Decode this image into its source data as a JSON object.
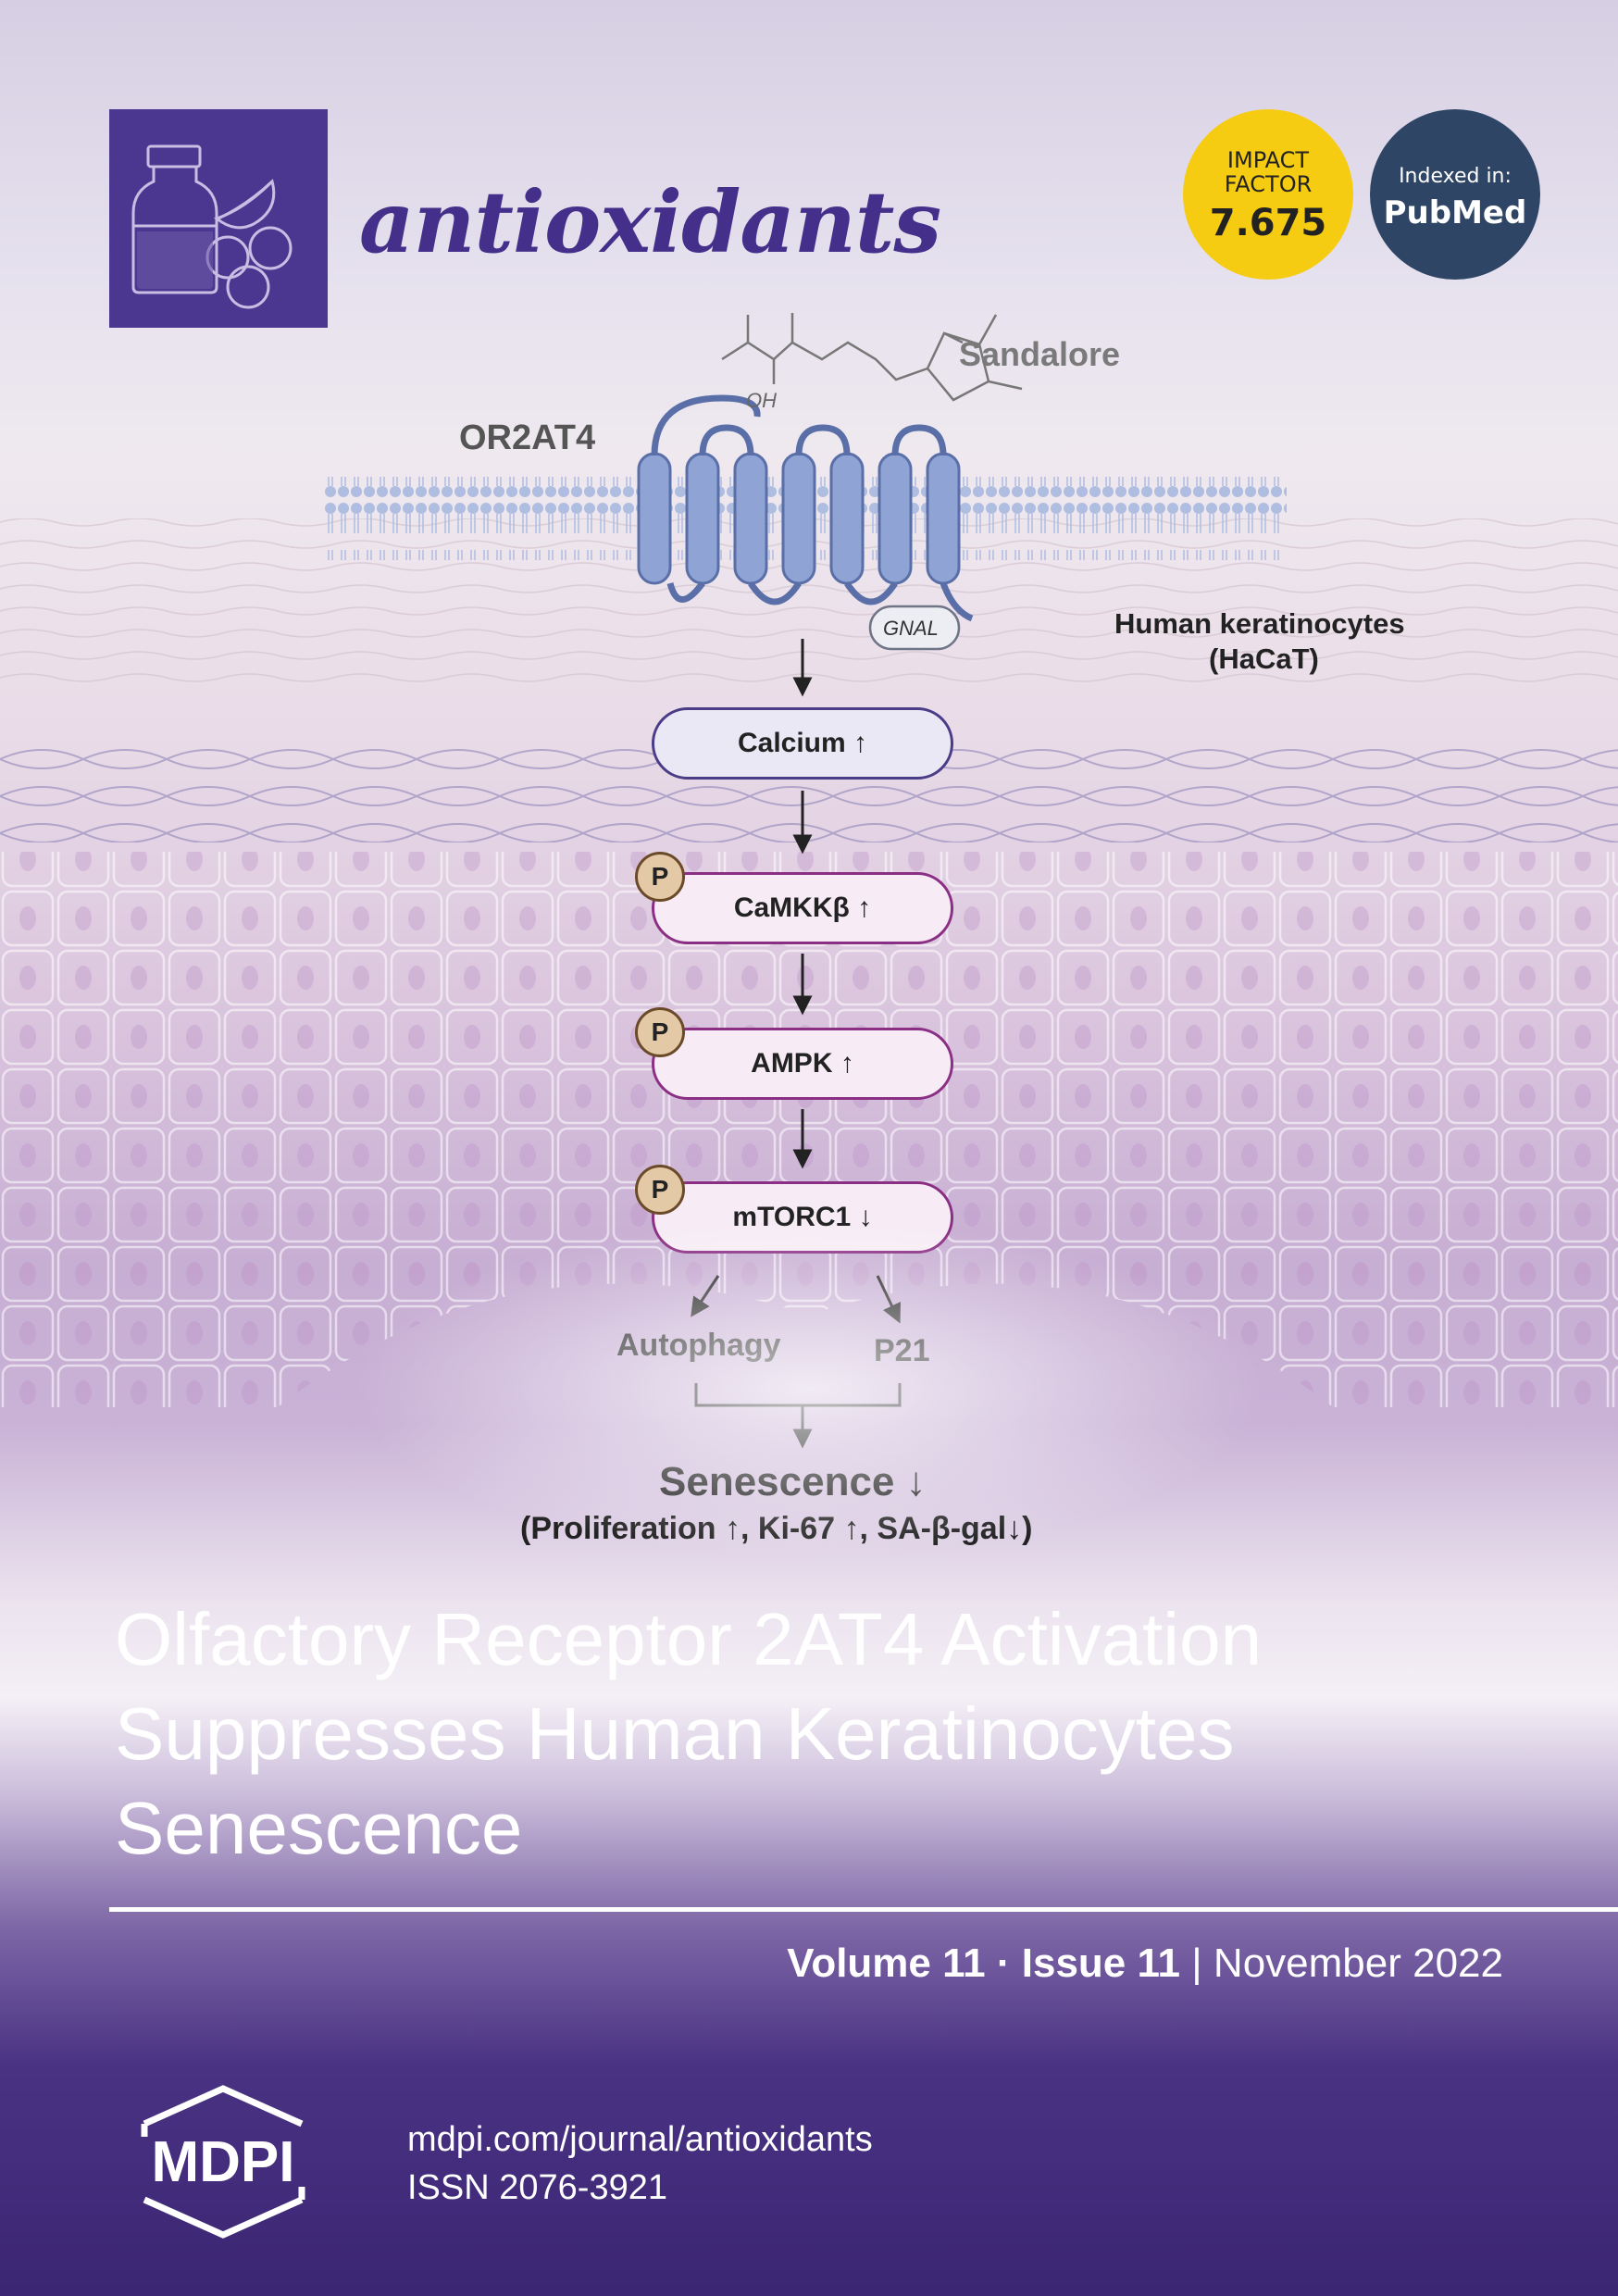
{
  "journal": {
    "name": "antioxidants"
  },
  "badges": {
    "impact_line1": "IMPACT",
    "impact_line2": "FACTOR",
    "impact_value": "7.675",
    "indexed_line": "Indexed in:",
    "indexed_db": "PubMed"
  },
  "diagram": {
    "ligand": "Sandalore",
    "receptor": "OR2AT4",
    "g_protein": "GNAL",
    "ligand_oh": "OH",
    "cell_line1": "Human keratinocytes",
    "cell_line2": "(HaCaT)",
    "phospho": "P",
    "steps": [
      "Calcium ↑",
      "CaMKKβ ↑",
      "AMPK ↑",
      "mTORC1 ↓"
    ],
    "branch_left": "Autophagy",
    "branch_right": "P21",
    "outcome": "Senescence ↓",
    "outcome_detail": "(Proliferation ↑, Ki-67 ↑, SA-β-gal↓)"
  },
  "title": "Olfactory Receptor 2AT4 Activation Suppresses Human Keratinocytes Senescence",
  "issue": {
    "volume": "Volume 11",
    "separator": " · ",
    "issue": "Issue 11",
    "divider": " | ",
    "date": "November 2022"
  },
  "publisher": {
    "logo_text": "MDPI",
    "url": "mdpi.com/journal/antioxidants",
    "issn": "ISSN 2076-3921"
  },
  "colors": {
    "brand_purple": "#44308a",
    "impact_yellow": "#f6cc13",
    "pubmed_navy": "#2f4565",
    "cover_band": "#3b2673"
  }
}
